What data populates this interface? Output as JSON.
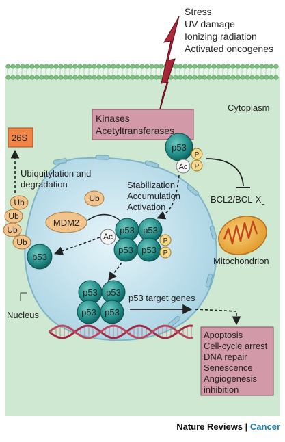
{
  "stress": [
    "Stress",
    "UV damage",
    "Ionizing radiation",
    "Activated oncogenes"
  ],
  "cytoplasm_label": "Cytoplasm",
  "kinases": [
    "Kinases",
    "Acetyltransferases"
  ],
  "p53": "p53",
  "p": "P",
  "ac": "Ac",
  "ub": "Ub",
  "proteasome": "26S",
  "ubiquitylation": [
    "Ubiquitylation and",
    "degradation"
  ],
  "stabilization": [
    "Stabilization",
    "Accumulation",
    "Activation"
  ],
  "mdm2": "MDM2",
  "bcl2": {
    "main": "BCL2/BCL-X",
    "sub": "L"
  },
  "mitochondrion_label": "Mitochondrion",
  "nucleus_label": "Nucleus",
  "target_genes": "p53 target genes",
  "outcomes": [
    "Apoptosis",
    "Cell-cycle arrest",
    "DNA repair",
    "Senescence",
    "Angiogenesis",
    "inhibition"
  ],
  "footer": {
    "journal": "Nature Reviews",
    "sep": " | ",
    "section": "Cancer"
  },
  "colors": {
    "cytoplasm": "#cfe8d2",
    "membrane": "#7cc07f",
    "nucleus": "#c4e2ee",
    "p53": "#1f8b86",
    "phospho": "#f6d88a",
    "ub": "#f2c38a",
    "box": "#d29aa8",
    "boxOrange": "#f08545",
    "dna": "#9e2a45"
  }
}
